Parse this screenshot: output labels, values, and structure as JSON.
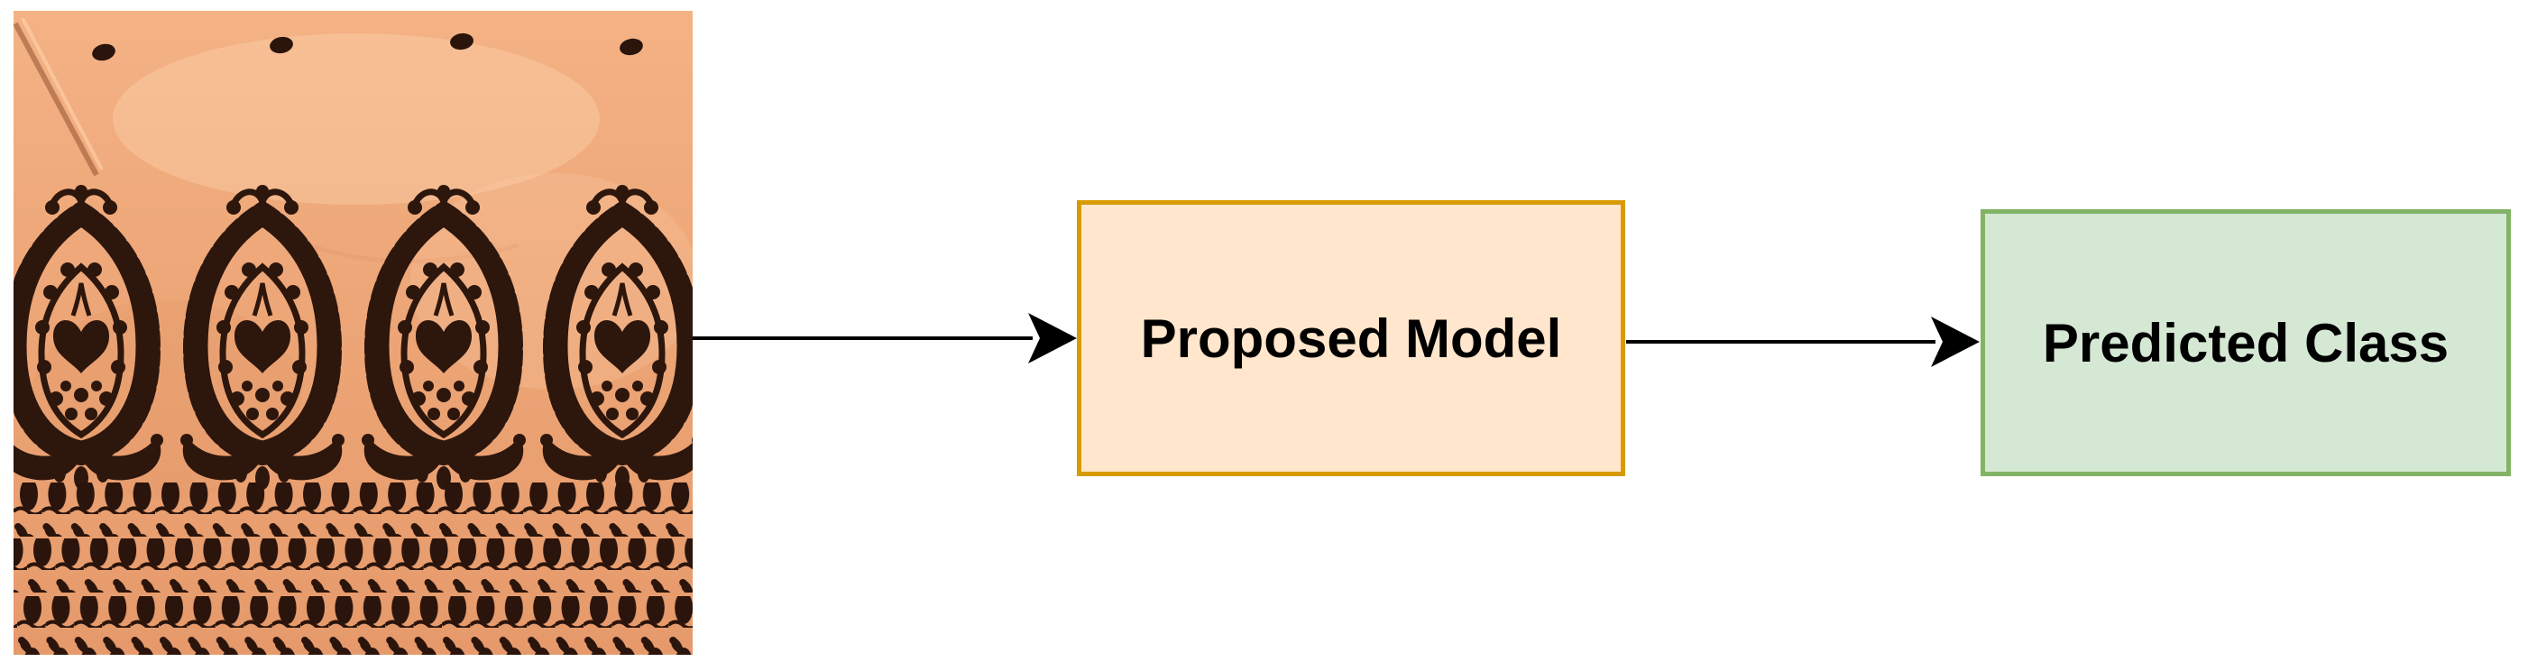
{
  "diagram": {
    "background_color": "#ffffff",
    "input_image": {
      "name": "handloom-textile-photo",
      "alt": "Peach handloom fabric with dark brown boteh motifs, small dots along the top and rows of paisley border patterns at the bottom",
      "palette": {
        "cloth": "#eda677",
        "cloth_light": "#f6bd92",
        "motif": "#2d160c"
      }
    },
    "nodes": [
      {
        "id": "proposed-model",
        "label": "Proposed Model",
        "fill": "#ffe6cc",
        "border": "#d79b00",
        "text_color": "#000000"
      },
      {
        "id": "predicted-class",
        "label": "Predicted Class",
        "fill": "#d5e8d4",
        "border": "#82b366",
        "text_color": "#000000"
      }
    ],
    "arrows": [
      {
        "from": "input-image",
        "to": "proposed-model",
        "color": "#000000"
      },
      {
        "from": "proposed-model",
        "to": "predicted-class",
        "color": "#000000"
      }
    ]
  }
}
